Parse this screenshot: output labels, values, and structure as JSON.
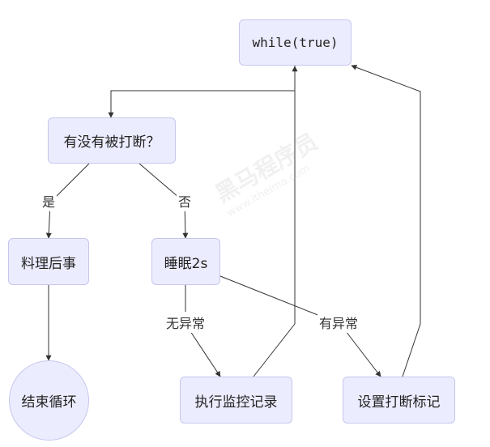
{
  "diagram": {
    "nodes": {
      "loop": "while(true)",
      "check": "有没有被打断？",
      "cleanup": "料理后事",
      "sleep": "睡眠2s",
      "end": "结束循环",
      "monitor": "执行监控记录",
      "setflag": "设置打断标记"
    },
    "edge_labels": {
      "yes": "是",
      "no": "否",
      "no_exception": "无异常",
      "exception": "有异常"
    }
  },
  "watermark": {
    "text": "黑马程序员",
    "url": "www.itheima.com"
  }
}
